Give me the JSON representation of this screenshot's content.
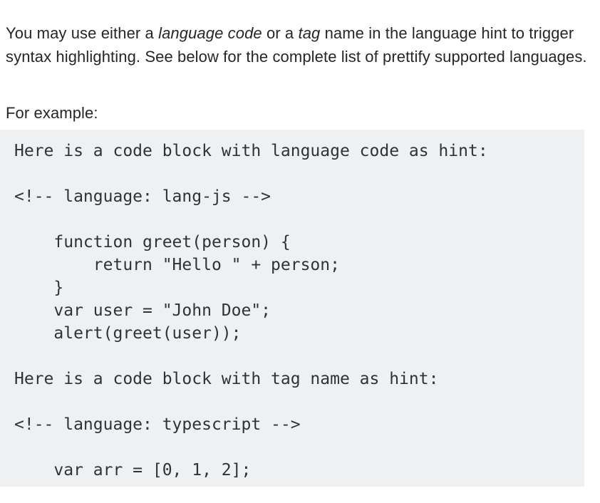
{
  "document": {
    "paragraphs": [
      {
        "id": "intro",
        "segments": [
          {
            "text": "You may use either a ",
            "style": "normal"
          },
          {
            "text": "language code",
            "style": "italic"
          },
          {
            "text": " or a ",
            "style": "normal"
          },
          {
            "text": "tag",
            "style": "italic"
          },
          {
            "text": " name in the language hint to trigger syntax highlighting. See below for the complete list of prettify supported languages.",
            "style": "normal"
          }
        ],
        "visible_text_line_1": "You may use either a language code or a tag name in the langu",
        "visible_text_line_2": "highlighting. See below for the complete list of prettify supporte",
        "clipped_at_right_edge": true
      },
      {
        "id": "example",
        "text": "For example:"
      }
    ],
    "code_block": {
      "background_color": "#eff0f1",
      "text_color": "#2f3337",
      "lines": [
        "Here is a code block with language code as hint:",
        "",
        "<!-- language: lang-js -->",
        "",
        "    function greet(person) {",
        "        return \"Hello \" + person;",
        "    }",
        "    var user = \"John Doe\";",
        "    alert(greet(user));",
        "",
        "Here is a code block with tag name as hint:",
        "",
        "<!-- language: typescript -->",
        "",
        "    var arr = [0, 1, 2];"
      ]
    }
  },
  "theme": {
    "page_background": "#ffffff",
    "body_text_color": "#242729",
    "code_background": "#eff0f1",
    "code_text_color": "#2f3337"
  }
}
